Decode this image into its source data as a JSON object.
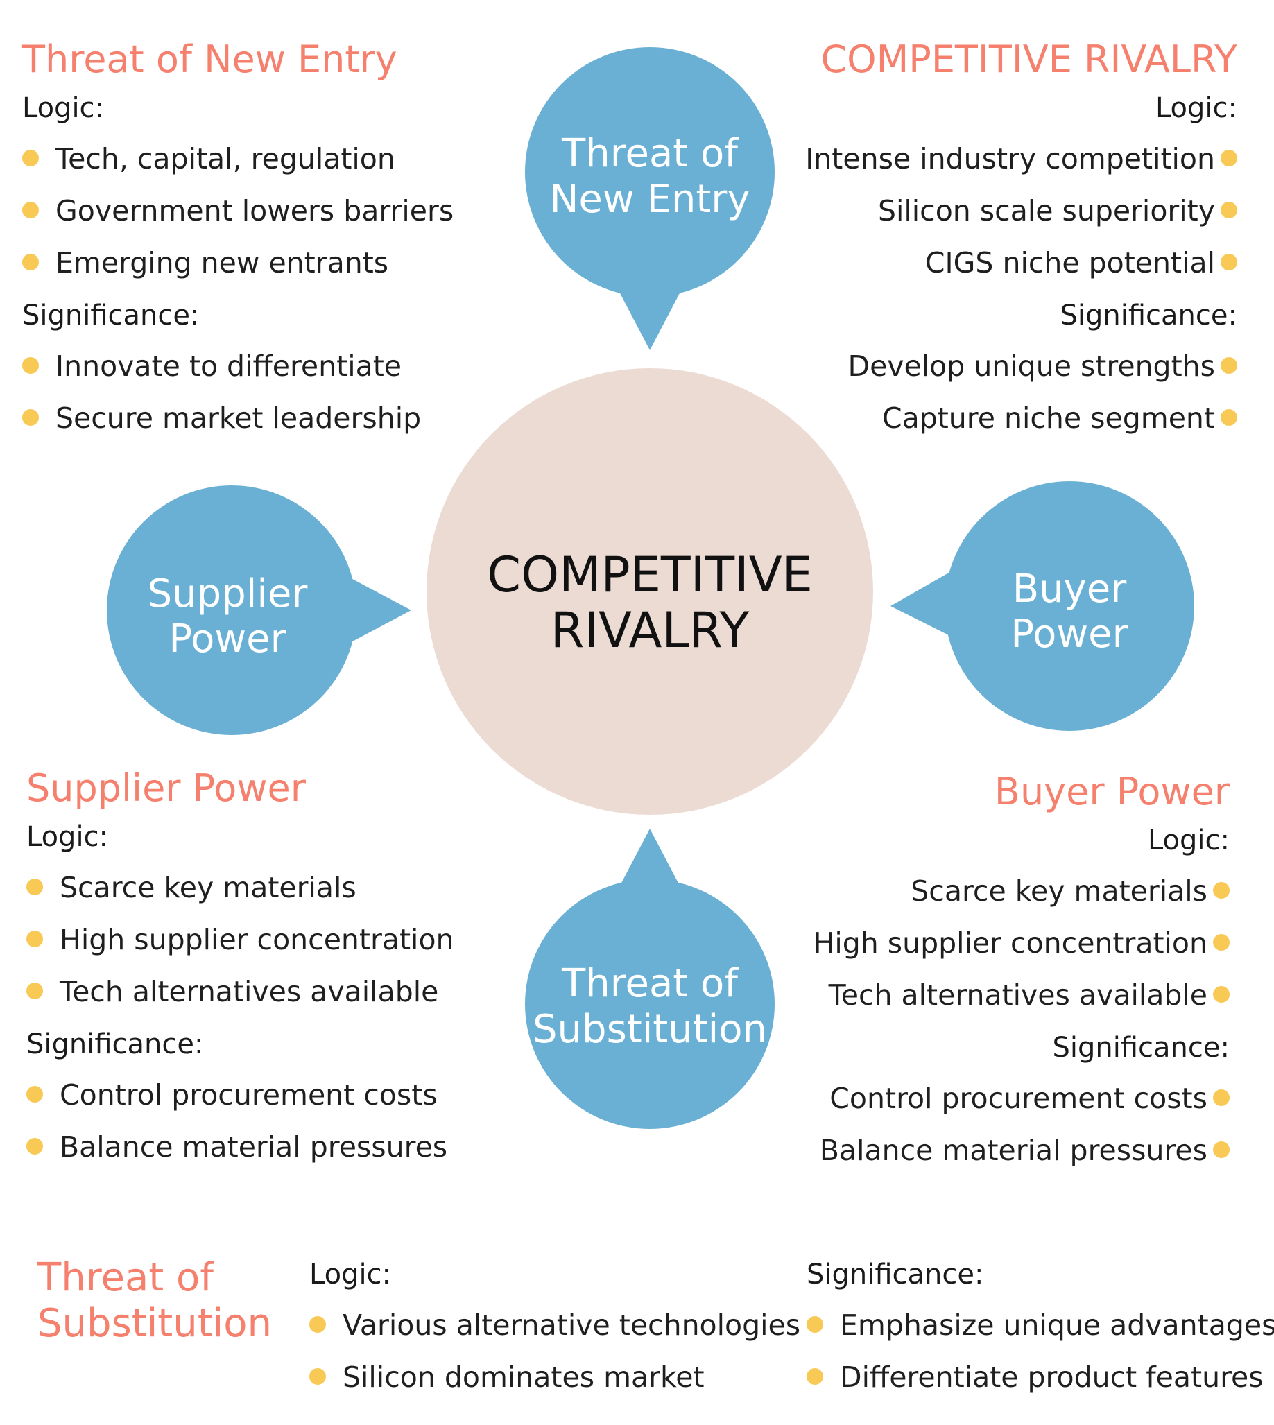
{
  "center": {
    "line1": "COMPETITIVE",
    "line2": "RIVALRY"
  },
  "bubbles": {
    "top": {
      "line1": "Threat of",
      "line2": "New Entry"
    },
    "left": {
      "line1": "Supplier",
      "line2": "Power"
    },
    "right": {
      "line1": "Buyer",
      "line2": "Power"
    },
    "bottom": {
      "line1": "Threat of",
      "line2": "Substitution"
    }
  },
  "new_entry": {
    "title": "Threat of New Entry",
    "logic_label": "Logic:",
    "logic": [
      "Tech, capital, regulation",
      "Government lowers barriers",
      "Emerging new entrants"
    ],
    "significance_label": "Significance:",
    "significance": [
      "Innovate to differentiate",
      "Secure market leadership"
    ]
  },
  "rivalry": {
    "title": "COMPETITIVE RIVALRY",
    "logic_label": "Logic:",
    "logic": [
      "Intense industry competition",
      "Silicon scale superiority",
      "CIGS niche potential"
    ],
    "significance_label": "Significance:",
    "significance": [
      "Develop unique strengths",
      "Capture niche segment"
    ]
  },
  "supplier": {
    "title": "Supplier Power",
    "logic_label": "Logic:",
    "logic": [
      "Scarce key materials",
      "High supplier concentration",
      "Tech alternatives available"
    ],
    "significance_label": "Significance:",
    "significance": [
      "Control procurement costs",
      "Balance material pressures"
    ]
  },
  "buyer": {
    "title": "Buyer Power",
    "logic_label": "Logic:",
    "logic": [
      "Scarce key materials",
      "High supplier concentration",
      "Tech alternatives available"
    ],
    "significance_label": "Significance:",
    "significance": [
      "Control procurement costs",
      "Balance material pressures"
    ]
  },
  "substitution": {
    "title_line1": "Threat of",
    "title_line2": "Substitution",
    "logic_label": "Logic:",
    "logic": [
      "Various alternative technologies",
      "Silicon dominates market"
    ],
    "significance_label": "Significance:",
    "significance": [
      "Emphasize unique advantages",
      "Differentiate product features"
    ]
  },
  "colors": {
    "bubble": "#6ab0d4",
    "center": "#ecdbd3",
    "title": "#f4806d",
    "bullet": "#f8c955"
  }
}
